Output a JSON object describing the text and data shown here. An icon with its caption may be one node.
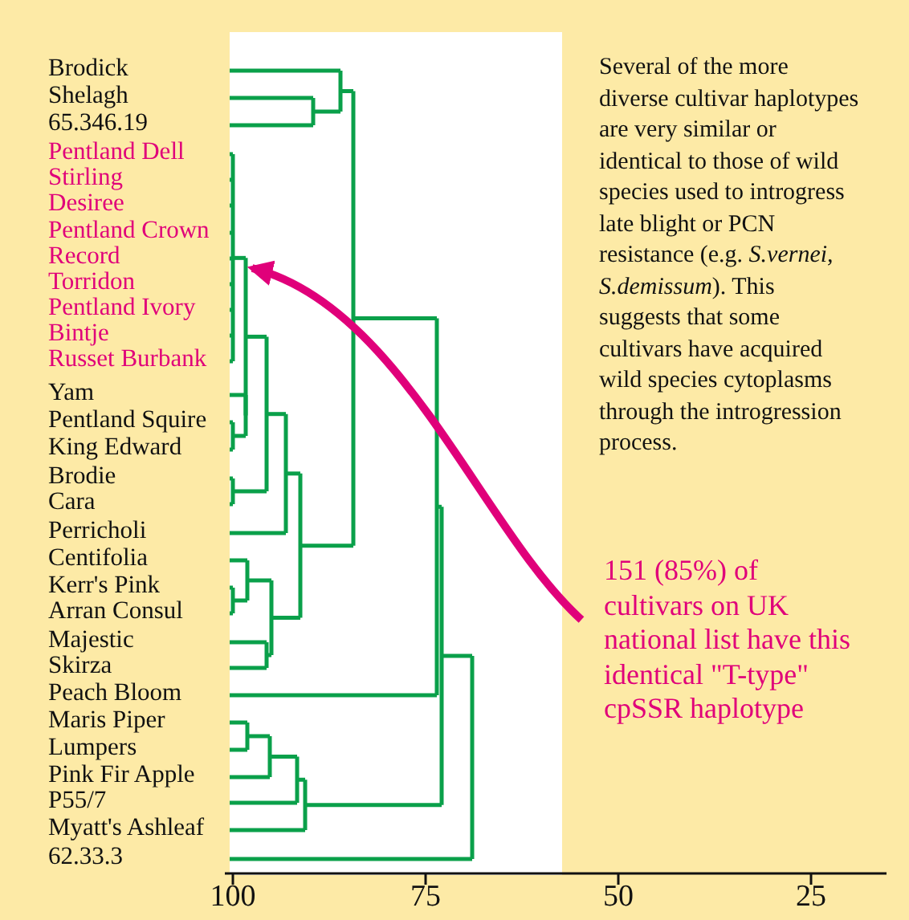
{
  "diagram": {
    "nodes": [
      {
        "text": [
          "151 (85%) of cultivars on UK national list have this identical \"T-type\" cpSSR haplotype"
        ]
      },
      {
        "text": [],
        "shape": "picture"
      }
    ],
    "edges": [
      {
        "from": 0,
        "to": 1,
        "arrow": "to"
      }
    ],
    "labels": [
      "Brodick",
      "Shelagh",
      "65.346.19",
      "Pentland Dell",
      "Stirling",
      "Desiree",
      "Pentland Crown",
      "Record",
      "Torridon",
      "Pentland Ivory",
      "Bintje",
      "Russet Burbank",
      "Yam",
      "Pentland Squire",
      "King Edward",
      "Brodie",
      "Cara",
      "Perricholi",
      "Centifolia",
      "Kerr's Pink",
      "Arran Consul",
      "Majestic",
      "Skirza",
      "Peach Bloom",
      "Maris Piper",
      "Lumpers",
      "Pink Fir Apple",
      "P55/7",
      "Myatt's Ashleaf",
      "62.33.3",
      "Several of the more diverse cultivar haplotypes are very similar or identical to those of wild species used to introgress late blight or PCN resistance (e.g. *S.vernei, S.demissum*). This suggests that some cultivars have acquired wild species cytoplasms through the introgression process.",
      "100",
      "75",
      "50",
      "25"
    ]
  }
}
